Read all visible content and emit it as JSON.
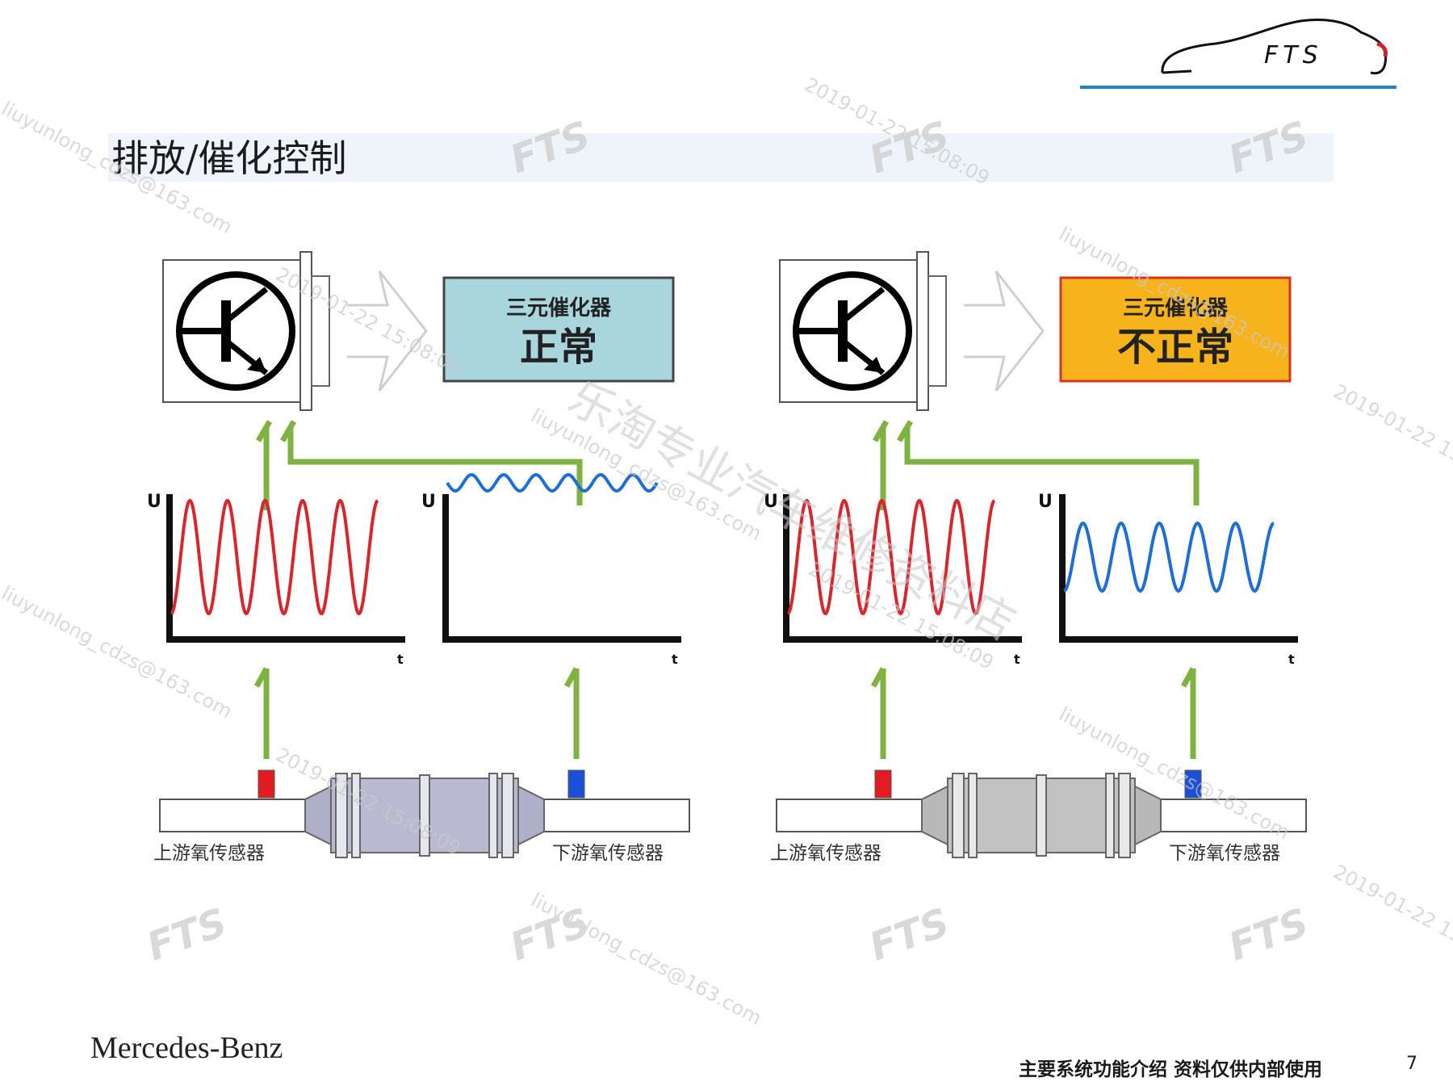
{
  "slide": {
    "title": "排放/催化控制",
    "brand": "Mercedes-Benz",
    "footer": "主要系统功能介绍  资料仅供内部使用",
    "page_number": "7",
    "logo_text": "FTS"
  },
  "diagrams": [
    {
      "status_line1": "三元催化器",
      "status_line2": "正常",
      "status_color": "#a9d5dc",
      "upstream_label": "上游氧传感器",
      "downstream_label": "下游氧传感器",
      "axis_y_label": "U",
      "axis_x_label": "t",
      "upstream_signal_color": "#d9262d",
      "downstream_signal_color": "#1e6ed6"
    },
    {
      "status_line1": "三元催化器",
      "status_line2": "不正常",
      "status_color": "#f6b31b",
      "upstream_label": "上游氧传感器",
      "downstream_label": "下游氧传感器",
      "axis_y_label": "U",
      "axis_x_label": "t",
      "upstream_signal_color": "#d9262d",
      "downstream_signal_color": "#1e6ed6"
    }
  ],
  "watermarks": {
    "email": "liuyunlong_cdzs@163.com",
    "timestamp": "2019-01-22 15:08:09",
    "logo": "FTS",
    "shop": "乐淘专业汽车维修资料店"
  }
}
